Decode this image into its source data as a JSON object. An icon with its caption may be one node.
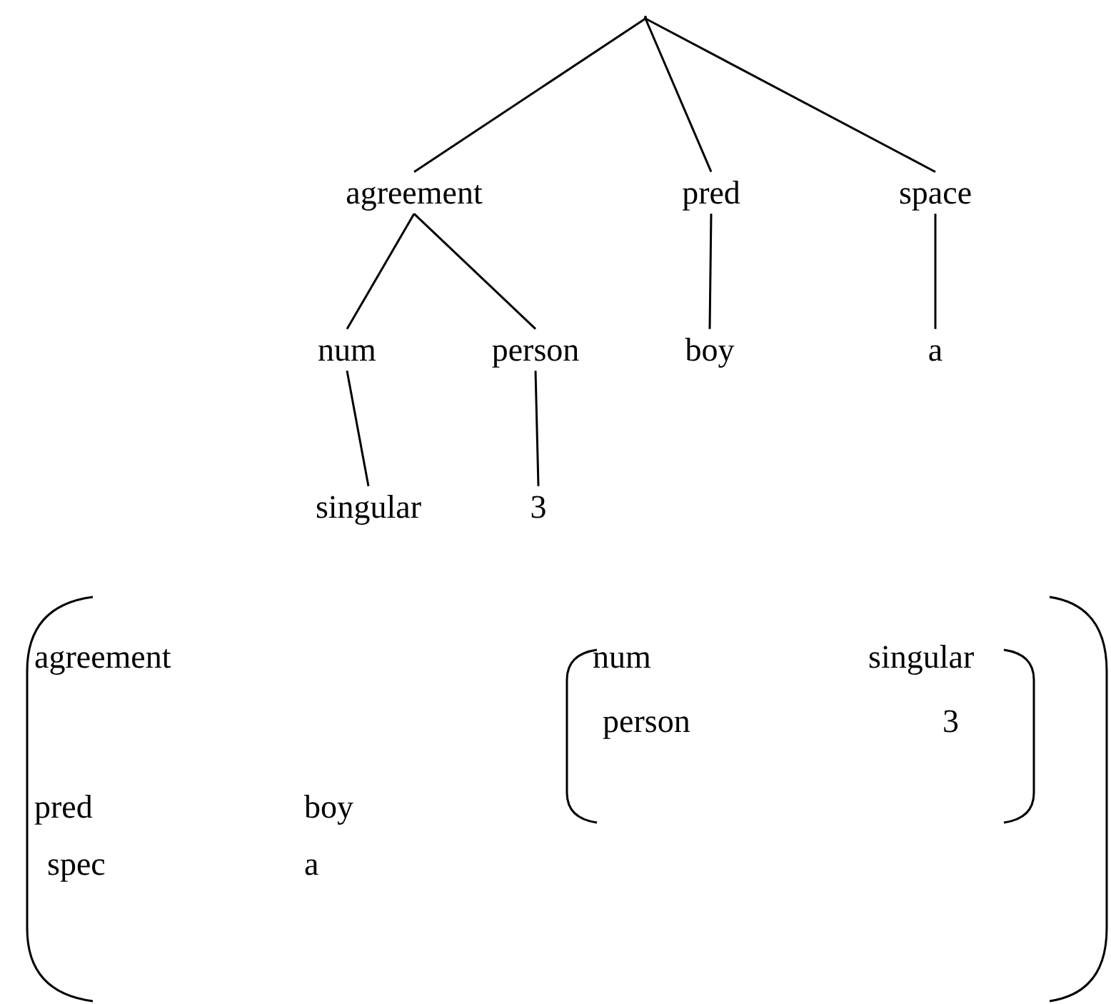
{
  "diagram": {
    "nodes": [
      {
        "text": [],
        "shape": "circle"
      },
      {
        "text": [
          "agreement"
        ]
      },
      {
        "text": [
          "pred"
        ]
      },
      {
        "text": [
          "space"
        ]
      },
      {
        "text": [
          "num"
        ]
      },
      {
        "text": [
          "person"
        ]
      },
      {
        "text": [
          "boy"
        ]
      },
      {
        "text": [
          "a"
        ]
      },
      {
        "text": [
          "singular"
        ]
      },
      {
        "text": [
          "3"
        ]
      }
    ],
    "edges": [
      {
        "from": 0,
        "to": 1,
        "arrow": "none"
      },
      {
        "from": 0,
        "to": 2,
        "arrow": "none"
      },
      {
        "from": 0,
        "to": 3,
        "arrow": "none"
      },
      {
        "from": 1,
        "to": 4,
        "arrow": "none"
      },
      {
        "from": 1,
        "to": 5,
        "arrow": "none"
      },
      {
        "from": 2,
        "to": 6,
        "arrow": "none"
      },
      {
        "from": 3,
        "to": 7,
        "arrow": "none"
      },
      {
        "from": 4,
        "to": 8,
        "arrow": "none"
      },
      {
        "from": 5,
        "to": 9,
        "arrow": "none"
      }
    ],
    "labels": [
      "agreement",
      "num",
      "singular",
      "person",
      "3",
      "pred",
      "boy",
      "spec",
      "a"
    ]
  }
}
